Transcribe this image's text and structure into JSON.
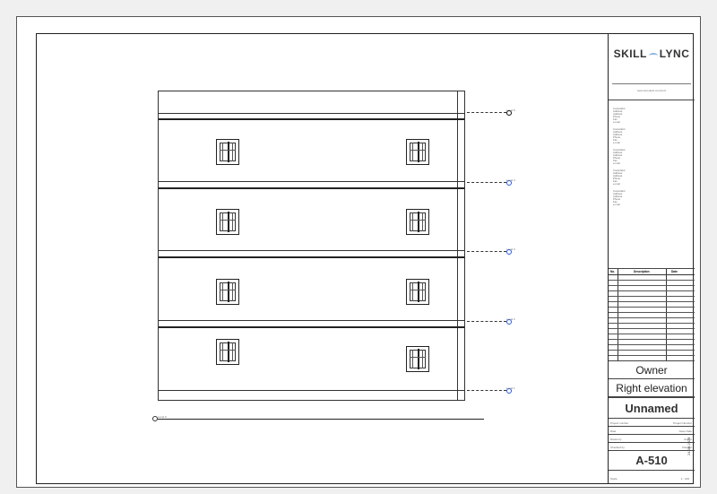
{
  "titleblock": {
    "logo_left": "SKILL",
    "logo_right": "LYNC",
    "logo_sub": "www.autodesk.com/revit",
    "consultants": [
      [
        "Consultant",
        "Address",
        "Address",
        "Phone",
        "Fax",
        "e-mail"
      ],
      [
        "Consultant",
        "Address",
        "Address",
        "Phone",
        "Fax",
        "e-mail"
      ],
      [
        "Consultant",
        "Address",
        "Address",
        "Phone",
        "Fax",
        "e-mail"
      ],
      [
        "Consultant",
        "Address",
        "Address",
        "Phone",
        "Fax",
        "e-mail"
      ],
      [
        "Consultant",
        "Address",
        "Address",
        "Phone",
        "Fax",
        "e-mail"
      ]
    ],
    "revision_headers": {
      "no": "No.",
      "description": "Description",
      "date": "Date"
    },
    "owner": "Owner",
    "sheet_title": "Right elevation",
    "project_name": "Unnamed",
    "info": [
      {
        "key": "Project number",
        "value": "Project Number"
      },
      {
        "key": "Date",
        "value": "Issue Date"
      },
      {
        "key": "Drawn by",
        "value": "Author"
      },
      {
        "key": "Checked by",
        "value": "Checker"
      }
    ],
    "sheet_number": "A-510",
    "scale_label": "Scale",
    "scale_value": "1 : 100"
  },
  "elevation": {
    "levels": [
      "Level 5",
      "Level 4",
      "Level 3",
      "Level 2",
      "Level 1"
    ],
    "ground_label": "Level 0"
  },
  "stamp": "24-06-2024"
}
